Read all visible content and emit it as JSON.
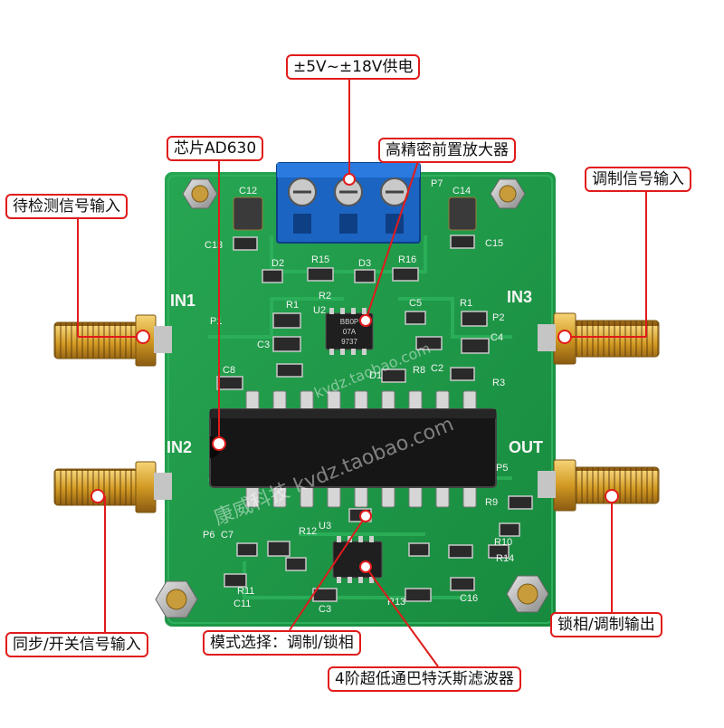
{
  "callouts": {
    "power": "±5V~±18V供电",
    "chip": "芯片AD630",
    "preamp": "高精密前置放大器",
    "signal_in": "待检测信号输入",
    "mod_in": "调制信号输入",
    "sync_in": "同步/开关信号输入",
    "mode": "模式选择：调制/锁相",
    "filter": "4阶超低通巴特沃斯滤波器",
    "output": "锁相/调制输出"
  },
  "board": {
    "port_in1": "IN1",
    "port_in2": "IN2",
    "port_in3": "IN3",
    "port_out": "OUT",
    "designators": {
      "c12": "C12",
      "p7": "P7",
      "c14": "C14",
      "c13": "C13",
      "c15": "C15",
      "d2": "D2",
      "r15": "R15",
      "d3": "D3",
      "r16": "R16",
      "r1_left": "R1",
      "r2": "R2",
      "u2": "U2",
      "c5": "C5",
      "r1_right": "R1",
      "p1": "P1",
      "p2": "P2",
      "c3": "C3",
      "c4": "C4",
      "d1": "D1",
      "r8": "R8",
      "c2": "C2",
      "r3": "R3",
      "c8": "C8",
      "p5": "P5",
      "r9": "R9",
      "r12": "R12",
      "u3": "U3",
      "r10": "R10",
      "r14": "R14",
      "p6": "P6",
      "c7": "C7",
      "r11": "R11",
      "c11": "C11",
      "c3_bottom": "C3",
      "r13": "R13",
      "c16": "C16"
    },
    "watermark_main": "康威科技 kvdz.taobao.com",
    "watermark_side": "kvdz.taobao.com",
    "u2_marking": [
      "BB0P",
      "07A",
      "9737"
    ]
  },
  "colors": {
    "callout_border": "#e11b1b",
    "pcb": "#1f9a4a",
    "terminal_block": "#1e6fd0",
    "sma_gold": "#d9a62b"
  }
}
